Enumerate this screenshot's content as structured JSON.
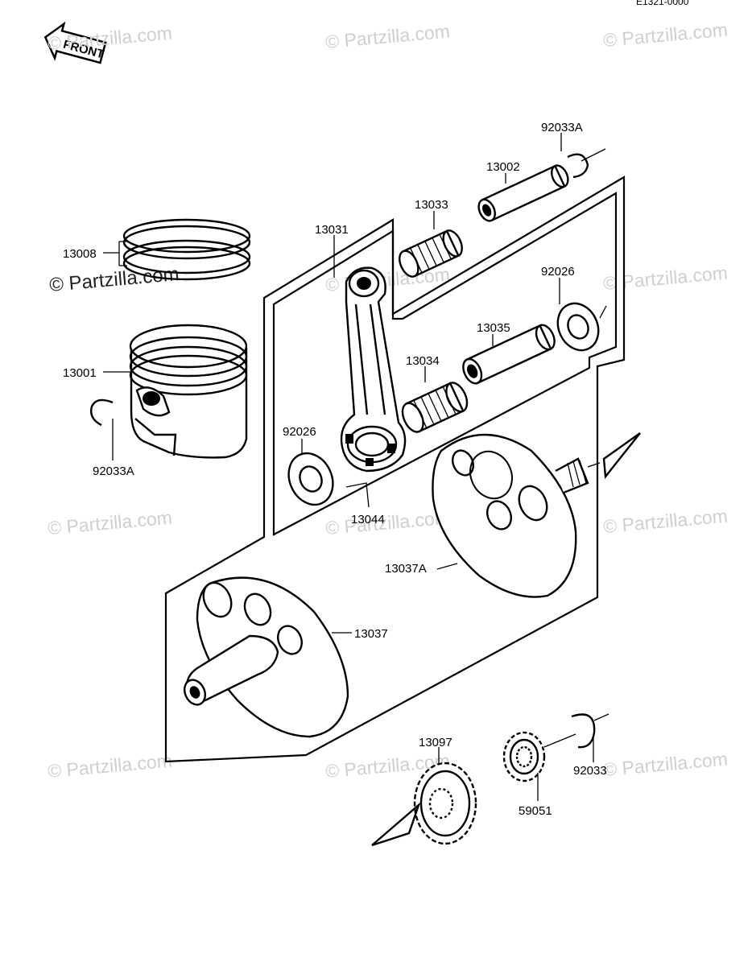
{
  "drawing_code": "E1321-0000",
  "front_label": "FRONT",
  "watermark": "© Partzilla.com",
  "callouts": {
    "p13008": "13008",
    "p13001": "13001",
    "p92033a_left": "92033A",
    "p92033a_top": "92033A",
    "p13002": "13002",
    "p13033": "13033",
    "p13031": "13031",
    "p92026_right": "92026",
    "p13035": "13035",
    "p13034": "13034",
    "p92026_left": "92026",
    "p13044": "13044",
    "p13037a": "13037A",
    "p13037": "13037",
    "p13097": "13097",
    "p59051": "59051",
    "p92033": "92033"
  }
}
